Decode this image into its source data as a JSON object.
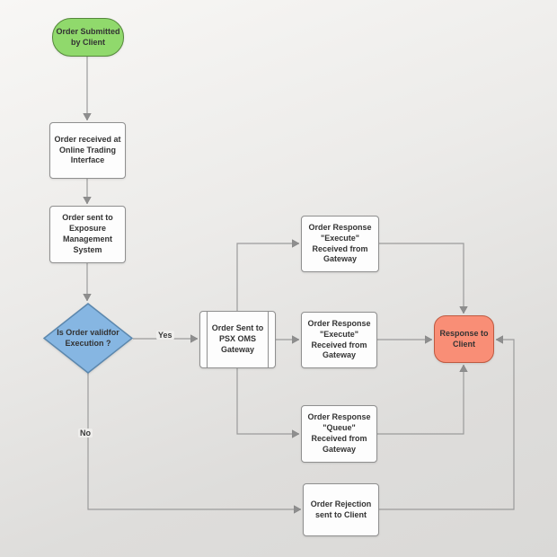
{
  "diagram": {
    "type": "flowchart",
    "nodes": {
      "start": {
        "shape": "terminator-start",
        "label": "Order Submitted\nby Client"
      },
      "received": {
        "shape": "process",
        "label": "Order received at\nOnline Trading\nInterface"
      },
      "exposure": {
        "shape": "process",
        "label": "Order sent to\nExposure\nManagement\nSystem"
      },
      "decision": {
        "shape": "decision",
        "label": "Is Order validfor\nExecution ?"
      },
      "gateway": {
        "shape": "predefined-process",
        "label": "Order Sent to\nPSX OMS\nGateway"
      },
      "resp_execute_1": {
        "shape": "process",
        "label": "Order Response\n\"Execute\"\nReceived from\nGateway"
      },
      "resp_execute_2": {
        "shape": "process",
        "label": "Order Response\n\"Execute\"\nReceived from\nGateway"
      },
      "resp_queue": {
        "shape": "process",
        "label": "Order Response\n\"Queue\"\nReceived from\nGateway"
      },
      "rejection": {
        "shape": "process",
        "label": "Order Rejection\nsent to Client"
      },
      "response_client": {
        "shape": "terminator-end",
        "label": "Response to\nClient"
      }
    },
    "edge_labels": {
      "yes": "Yes",
      "no": "No"
    },
    "edges": [
      "start -> received",
      "received -> exposure",
      "exposure -> decision",
      "decision -Yes-> gateway",
      "gateway -> resp_execute_1",
      "gateway -> resp_execute_2",
      "gateway -> resp_queue",
      "resp_execute_1 -> response_client",
      "resp_execute_2 -> response_client",
      "resp_queue -> response_client",
      "decision -No-> rejection",
      "rejection -> response_client"
    ],
    "colors": {
      "start_fill": "#90d96c",
      "start_border": "#54883a",
      "decision_fill": "#86b6e2",
      "decision_border": "#5b87ad",
      "terminal_fill": "#f98e76",
      "terminal_border": "#bf5a41",
      "process_fill": "#fdfdfd",
      "process_border": "#8f8f8f",
      "connector": "#9b9b9b",
      "text": "#333333",
      "background_top": "#f8f7f5",
      "background_bottom": "#dad9d7"
    }
  }
}
